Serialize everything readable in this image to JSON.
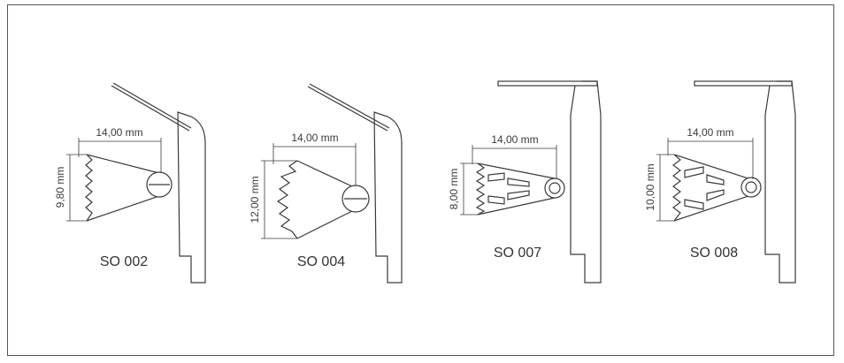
{
  "blades": [
    {
      "model": "SO 002",
      "width": "14,00 mm",
      "height": "9,80 mm"
    },
    {
      "model": "SO 004",
      "width": "14,00 mm",
      "height": "12,00 mm"
    },
    {
      "model": "SO 007",
      "width": "14,00 mm",
      "height": "8,00 mm"
    },
    {
      "model": "SO 008",
      "width": "14,00 mm",
      "height": "10,00 mm"
    }
  ]
}
